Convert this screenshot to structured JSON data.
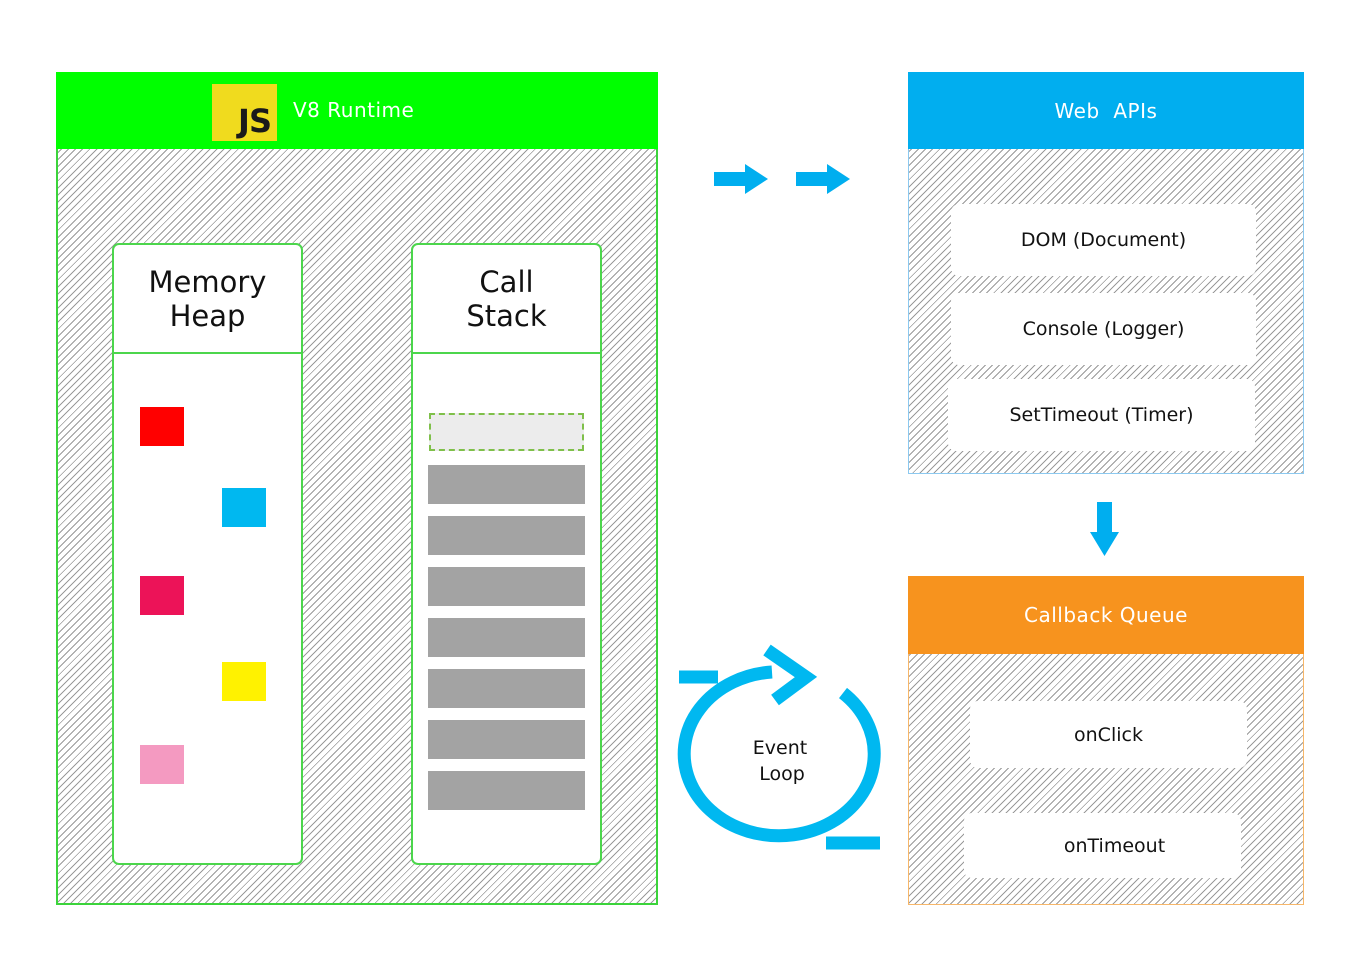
{
  "runtime": {
    "logo_text": "JS",
    "title": "V8 Runtime",
    "header_color": "#00ff00"
  },
  "memory_heap": {
    "title_line1": "Memory",
    "title_line2": "Heap",
    "objects": [
      {
        "name": "red",
        "color": "#ff0000"
      },
      {
        "name": "blue",
        "color": "#00b8f0"
      },
      {
        "name": "crimson",
        "color": "#ec1358"
      },
      {
        "name": "yellow",
        "color": "#fff200"
      },
      {
        "name": "pink",
        "color": "#f49ac1"
      }
    ]
  },
  "call_stack": {
    "title_line1": "Call",
    "title_line2": "Stack",
    "frame_count": 7
  },
  "web_apis": {
    "title": "Web  APIs",
    "header_color": "#01aeef",
    "items": [
      "DOM (Document)",
      "Console (Logger)",
      "SetTimeout (Timer)"
    ]
  },
  "callback_queue": {
    "title": "Callback Queue",
    "header_color": "#f7931e",
    "items": [
      "onClick",
      "onTimeout"
    ]
  },
  "event_loop": {
    "line1": "Event",
    "line2": "Loop",
    "color": "#00b8f0"
  },
  "arrow_color": "#00aeef"
}
